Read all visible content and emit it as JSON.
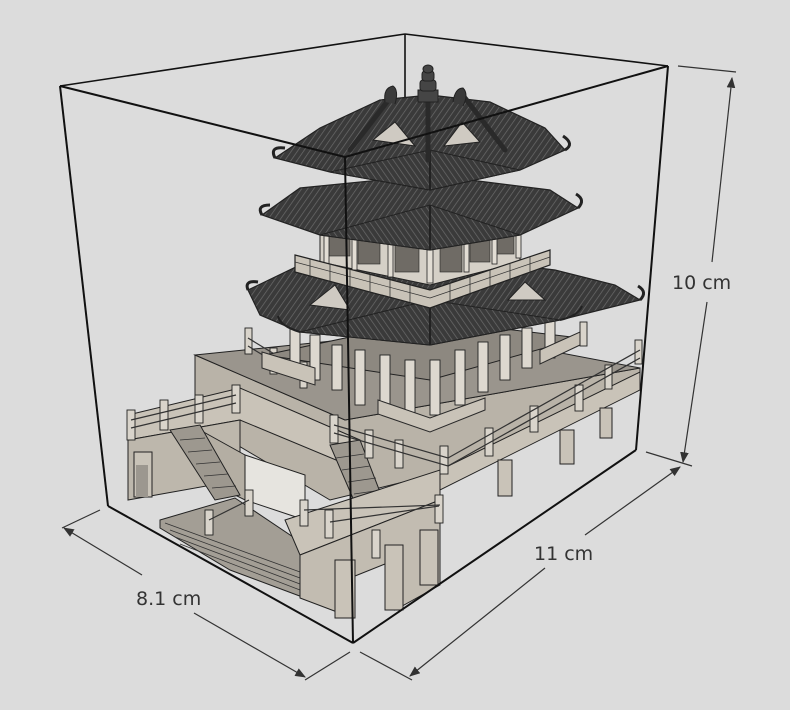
{
  "figure": {
    "subject": "Pagoda model inside bounding box",
    "background_color": "#dcdcdc",
    "roof_color": "#3c3c3c",
    "body_color": "#c9c3b8",
    "shadow_color": "#8f8a82",
    "line_color": "#111111"
  },
  "dimensions": {
    "height": {
      "label": "10 cm",
      "value": 10,
      "unit": "cm"
    },
    "width": {
      "label": "11 cm",
      "value": 11,
      "unit": "cm"
    },
    "depth": {
      "label": "8.1 cm",
      "value": 8.1,
      "unit": "cm"
    }
  }
}
